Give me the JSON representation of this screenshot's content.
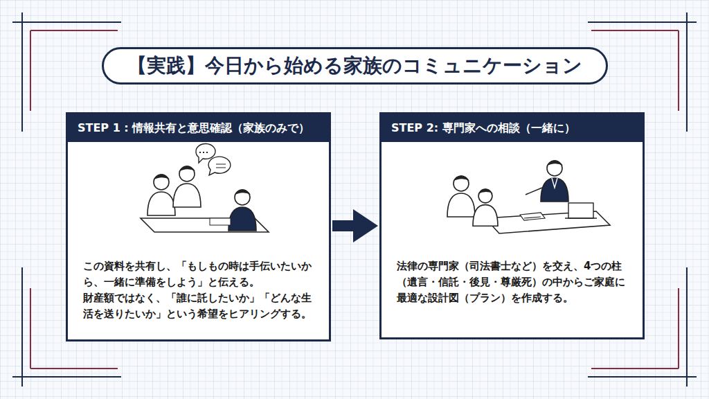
{
  "diagram": {
    "title": "【実践】今日から始める家族のコミュニケーション",
    "nodes": [
      {
        "text": [
          "STEP 1 : 情報共有と意思確認（家族のみで）",
          "この資料を共有し、「もしもの時は手伝いたいから、一緒に準備をしよう」と伝える。",
          "財産額ではなく、「誰に託したいか」「どんな生活を送りたいか」という希望をヒアリングする。"
        ]
      },
      {
        "text": [
          "STEP 2: 専門家への相談（一緒に）",
          "法律の専門家（司法書士など）を交え、4つの柱（遺言・信託・後見・尊厳死）の中からご家庭に最適な設計図（プラン）を作成する。"
        ]
      }
    ],
    "edges": [
      {
        "from": 0,
        "to": 1,
        "arrow": "to"
      }
    ]
  }
}
